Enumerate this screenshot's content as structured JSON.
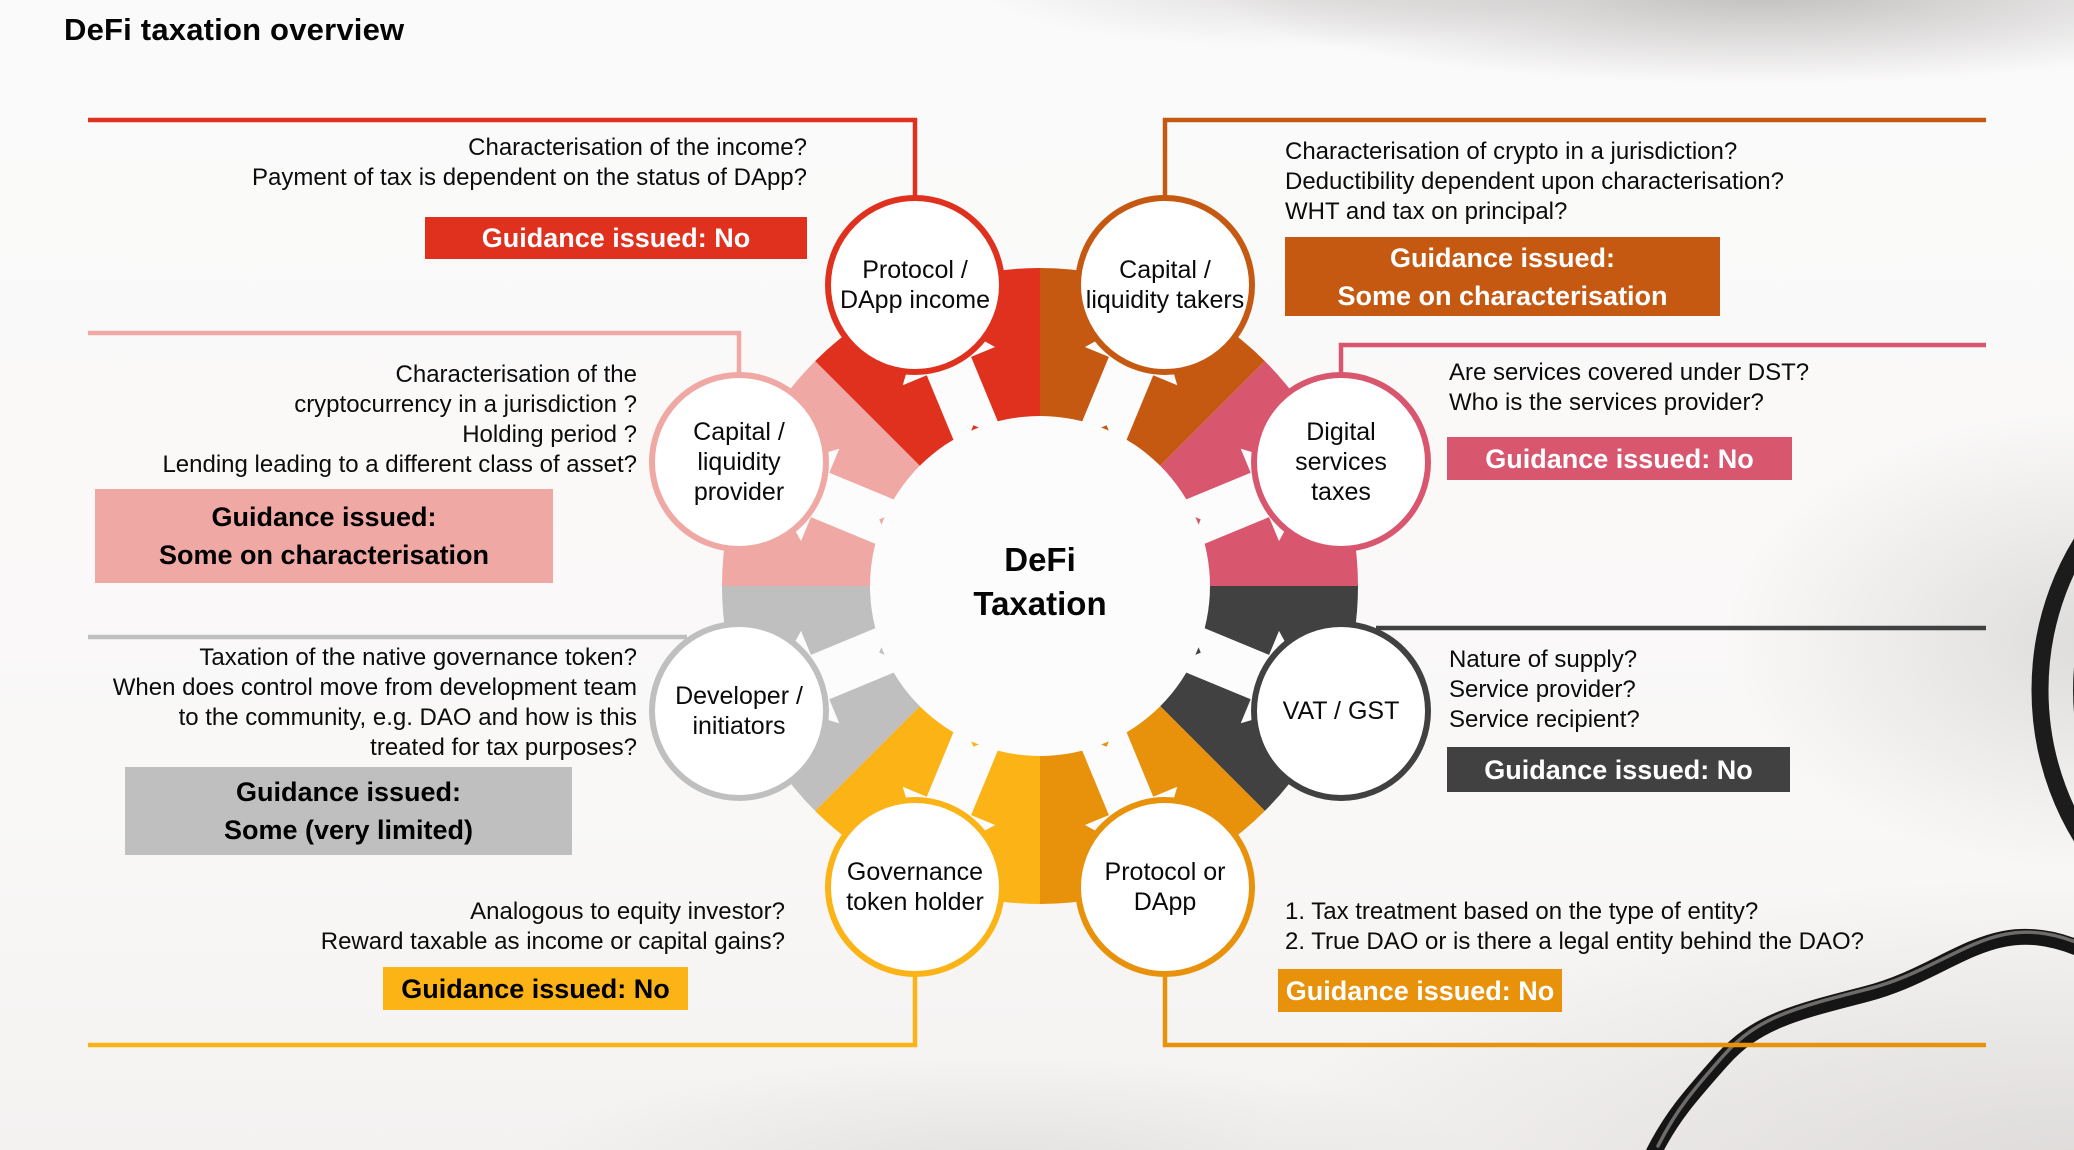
{
  "title": "DeFi taxation overview",
  "center_label": "DeFi\nTaxation",
  "palette": {
    "red": "#E0301E",
    "burnt_orange": "#C65911",
    "rose": "#D9566F",
    "dark_gray": "#414141",
    "orange": "#E8910B",
    "yellow": "#FBB316",
    "light_gray": "#BFBFBF",
    "light_pink": "#EFA8A3",
    "badge_text_light": "#FFFFFF",
    "badge_text_dark": "#000000"
  },
  "nodes": [
    {
      "id": "protocol-dapp-income",
      "label": "Protocol /\nDApp income",
      "color": "#E0301E",
      "angle_deg": 337.5
    },
    {
      "id": "capital-liquidity-takers",
      "label": "Capital /\nliquidity takers",
      "color": "#C65911",
      "angle_deg": 22.5
    },
    {
      "id": "digital-services-taxes",
      "label": "Digital\nservices\ntaxes",
      "color": "#D9566F",
      "angle_deg": 67.5
    },
    {
      "id": "vat-gst",
      "label": "VAT / GST",
      "color": "#414141",
      "angle_deg": 112.5
    },
    {
      "id": "protocol-or-dapp",
      "label": "Protocol or\nDApp",
      "color": "#E8910B",
      "angle_deg": 157.5
    },
    {
      "id": "governance-token-holder",
      "label": "Governance\ntoken holder",
      "color": "#FBB316",
      "angle_deg": 202.5
    },
    {
      "id": "developer-initiators",
      "label": "Developer /\ninitiators",
      "color": "#BFBFBF",
      "angle_deg": 247.5
    },
    {
      "id": "capital-liquidity-provider",
      "label": "Capital /\nliquidity\nprovider",
      "color": "#EFA8A3",
      "angle_deg": 292.5
    }
  ],
  "callouts": [
    {
      "questions": "Characterisation of the income?\nPayment of tax is dependent on the status of DApp?",
      "badge": "Guidance issued: No",
      "badge_bg": "#E0301E",
      "badge_fg": "#FFFFFF"
    },
    {
      "questions": "Characterisation of crypto in a jurisdiction?\nDeductibility dependent upon characterisation?\nWHT and tax on principal?",
      "badge": "Guidance issued:\nSome on characterisation",
      "badge_bg": "#C65911",
      "badge_fg": "#FFFFFF"
    },
    {
      "questions": "Are services covered under DST?\nWho is the services provider?",
      "badge": "Guidance issued: No",
      "badge_bg": "#D9566F",
      "badge_fg": "#FFFFFF"
    },
    {
      "questions": "Nature of supply?\nService provider?\nService recipient?",
      "badge": "Guidance issued: No",
      "badge_bg": "#414141",
      "badge_fg": "#FFFFFF"
    },
    {
      "questions": "1. Tax treatment based on the type of entity?\n2. True DAO or is there a legal entity behind the DAO?",
      "badge": "Guidance issued: No",
      "badge_bg": "#E8910B",
      "badge_fg": "#FFFFFF"
    },
    {
      "questions": "Analogous to equity investor?\nReward taxable as income or capital gains?",
      "badge": "Guidance issued: No",
      "badge_bg": "#FBB316",
      "badge_fg": "#000000"
    },
    {
      "questions": "Taxation of the native governance token?\nWhen does control move from development team\nto the community, e.g. DAO and how is this\ntreated for tax purposes?",
      "badge": "Guidance issued:\nSome (very limited)",
      "badge_bg": "#BFBFBF",
      "badge_fg": "#000000"
    },
    {
      "questions": "Characterisation of the\ncryptocurrency in a jurisdiction ?\nHolding period ?\nLending leading to a different class of asset?",
      "badge": "Guidance issued:\nSome on characterisation",
      "badge_bg": "#EFA8A3",
      "badge_fg": "#000000"
    }
  ]
}
